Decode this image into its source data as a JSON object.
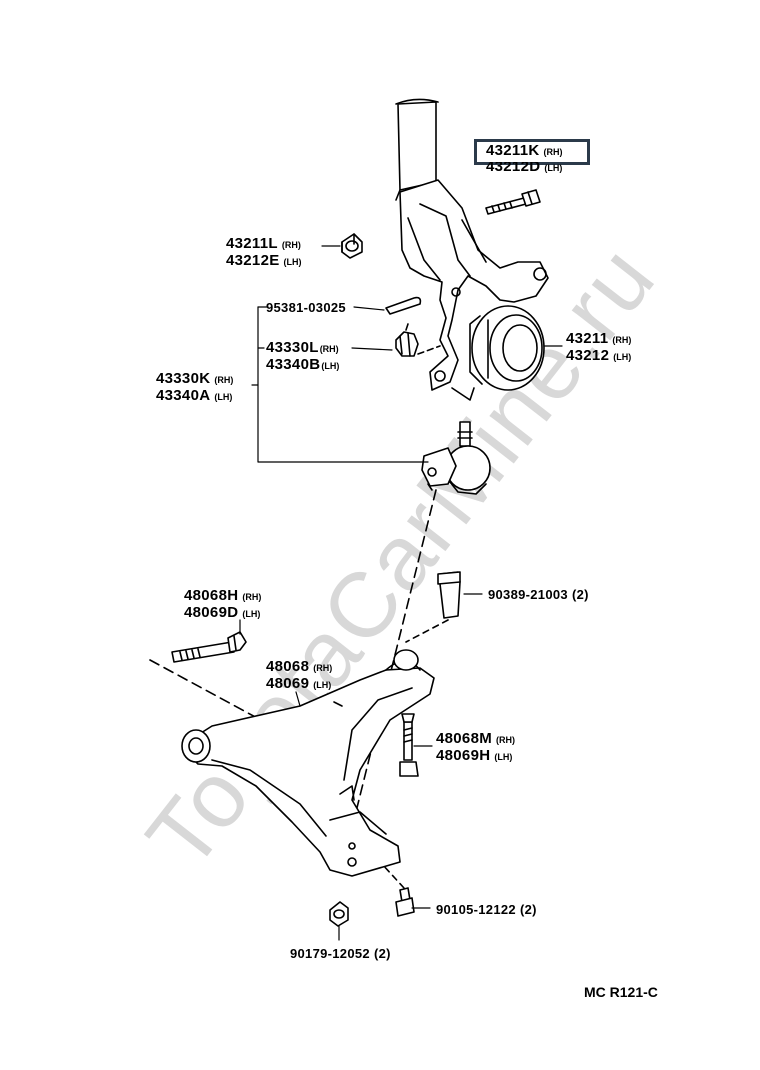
{
  "watermark": "ToyotaCarMine.ru",
  "diagram_code": "MC  R121-C",
  "labels": {
    "steering_knuckle_bolt": {
      "rh": "43211K",
      "rh_side": "(RH)",
      "lh": "43212D",
      "lh_side": "(LH)",
      "highlighted": true
    },
    "knuckle_nut": {
      "rh": "43211L",
      "rh_side": "(RH)",
      "lh": "43212E",
      "lh_side": "(LH)"
    },
    "cotter_pin": {
      "part": "95381-03025"
    },
    "ball_joint_nut": {
      "rh": "43330L",
      "rh_side": "(RH)",
      "lh": "43340B",
      "lh_side": "(LH)"
    },
    "ball_joint_assy": {
      "rh": "43330K",
      "rh_side": "(RH)",
      "lh": "43340A",
      "lh_side": "(LH)"
    },
    "steering_knuckle": {
      "rh": "43211",
      "rh_side": "(RH)",
      "lh": "43212",
      "lh_side": "(LH)"
    },
    "arm_bolt": {
      "rh": "48068H",
      "rh_side": "(RH)",
      "lh": "48069D",
      "lh_side": "(LH)"
    },
    "bushing_collar": {
      "part": "90389-21003",
      "qty": "(2)"
    },
    "lower_arm": {
      "rh": "48068",
      "rh_side": "(RH)",
      "lh": "48069",
      "lh_side": "(LH)"
    },
    "arm_rear_bolt": {
      "rh": "48068M",
      "rh_side": "(RH)",
      "lh": "48069H",
      "lh_side": "(LH)"
    },
    "flange_bolt": {
      "part": "90105-12122",
      "qty": "(2)"
    },
    "nut": {
      "part": "90179-12052",
      "qty": "(2)"
    }
  }
}
